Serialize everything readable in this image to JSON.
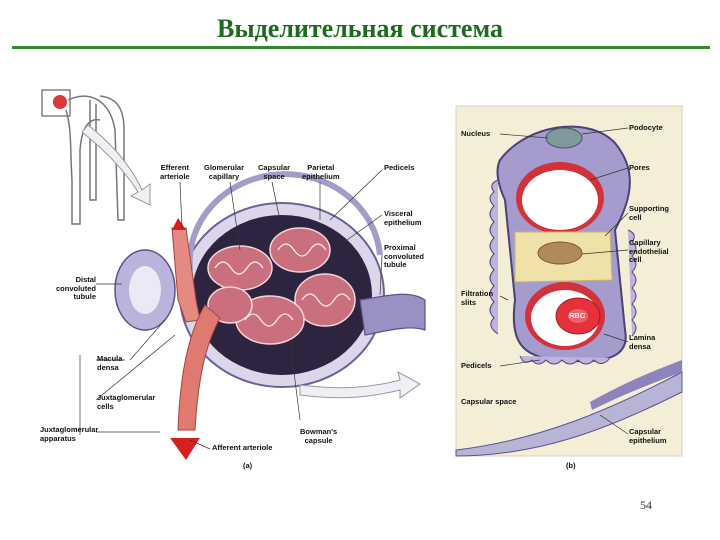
{
  "title": "Выделительная система",
  "page_number": "54",
  "figure_a": {
    "panel": "(a)",
    "labels": {
      "efferent_arteriole": "Efferent\narteriole",
      "glomerular_capillary": "Glomerular\ncapillary",
      "capsular_space": "Capsular\nspace",
      "parietal_epithelium": "Parietal\nepithelium",
      "pedicels": "Pedicels",
      "visceral_epithelium": "Visceral\nepithelium",
      "proximal_tubule": "Proximal\nconvoluted\ntubule",
      "distal_tubule": "Distal\nconvoluted\ntubule",
      "macula_densa": "Macula\ndensa",
      "juxtaglomerular_cells": "Juxtaglomerular\ncells",
      "juxtaglomerular_apparatus": "Juxtaglomerular\napparatus",
      "afferent_arteriole": "Afferent arteriole",
      "bowmans_capsule": "Bowman's\ncapsule"
    }
  },
  "figure_b": {
    "panel": "(b)",
    "labels": {
      "nucleus": "Nucleus",
      "podocyte": "Podocyte",
      "pores": "Pores",
      "supporting_cell": "Supporting\ncell",
      "capillary_endothelial": "Capillary\nendothelial\ncell",
      "filtration_slits": "Filtration\nslits",
      "rbc": "RBC",
      "lamina_densa": "Lamina\ndensa",
      "pedicels": "Pedicels",
      "capsular_space": "Capsular space",
      "capsular_epithelium": "Capsular\nepithelium"
    }
  },
  "colors": {
    "title": "#1e6b1e",
    "rule": "#2e8b2e",
    "panel_b_bg": "#f4eed6"
  }
}
